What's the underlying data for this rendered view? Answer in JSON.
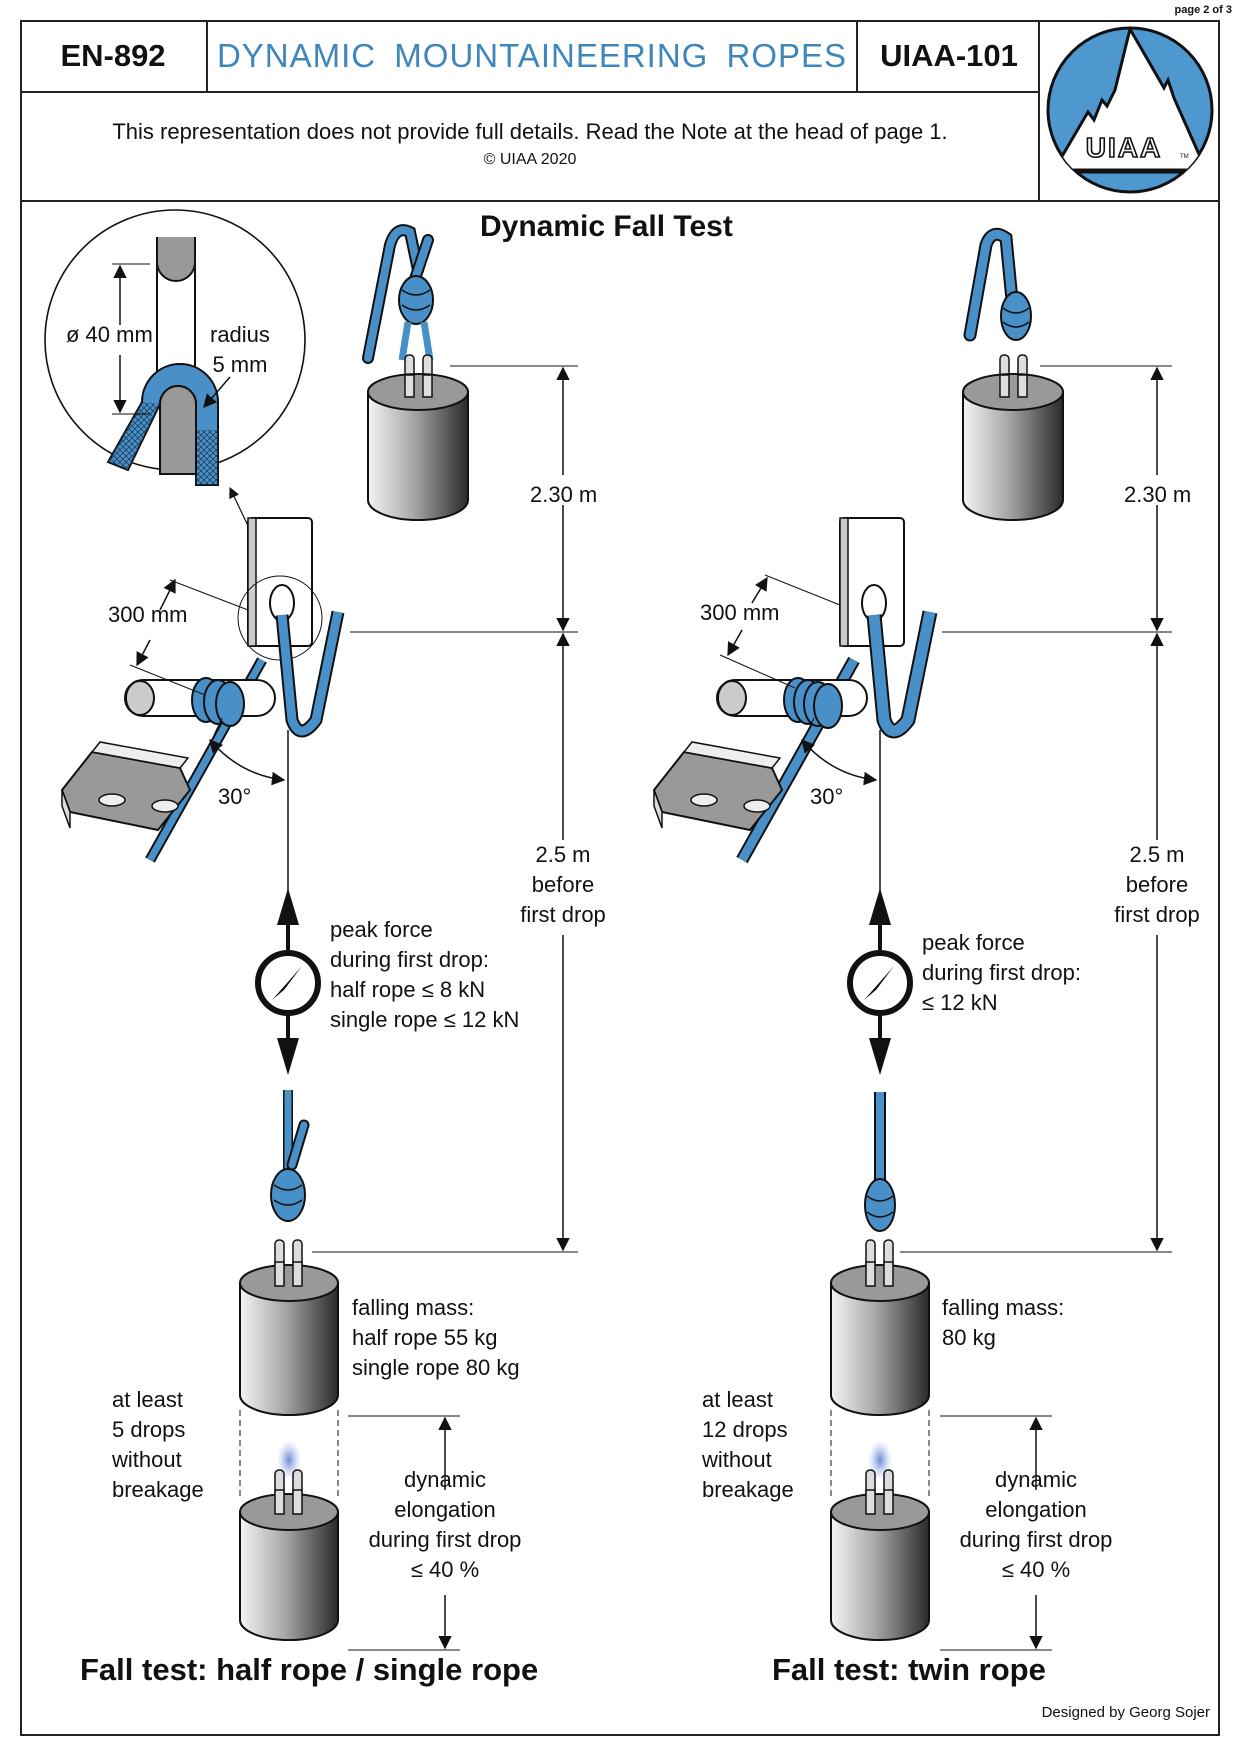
{
  "page_indicator": "page 2 of 3",
  "header": {
    "standard_code": "EN-892",
    "title": "DYNAMIC MOUNTAINEERING ROPES",
    "uiaa_code": "UIAA-101",
    "disclaimer": "This representation does not provide full details. Read the Note at the head of page 1.",
    "copyright": "© UIAA 2020",
    "logo_text": "UIAA",
    "logo_tm": "TM"
  },
  "colors": {
    "accent_blue": "#3f86bb",
    "rope_blue": "#4a90c8",
    "logo_blue": "#4f97cf",
    "line": "#222222",
    "metal_gray": "#9a9a9a"
  },
  "diagram_title": "Dynamic Fall Test",
  "detail_inset": {
    "diameter_label": "ø 40 mm",
    "radius_label_line1": "radius",
    "radius_label_line2": "5 mm"
  },
  "left_test": {
    "section_title": "Fall test: half rope / single rope",
    "drop_height_label": "2.30 m",
    "rope_length_label": [
      "2.5 m",
      "before",
      "first drop"
    ],
    "distance_label": "300 mm",
    "angle_label": "30°",
    "peak_force": [
      "peak force",
      "during first drop:",
      "half rope ≤ 8 kN",
      "single rope ≤ 12 kN"
    ],
    "falling_mass": [
      "falling mass:",
      "half rope 55 kg",
      "single rope 80 kg"
    ],
    "drops": [
      "at least",
      "5 drops",
      "without",
      "breakage"
    ],
    "elongation": [
      "dynamic",
      "elongation",
      "during first drop",
      "≤ 40 %"
    ]
  },
  "right_test": {
    "section_title": "Fall test: twin rope",
    "drop_height_label": "2.30 m",
    "rope_length_label": [
      "2.5 m",
      "before",
      "first drop"
    ],
    "distance_label": "300 mm",
    "angle_label": "30°",
    "peak_force": [
      "peak force",
      "during first drop:",
      "≤ 12 kN"
    ],
    "falling_mass": [
      "falling mass:",
      "80 kg"
    ],
    "drops": [
      "at least",
      "12 drops",
      "without",
      "breakage"
    ],
    "elongation": [
      "dynamic",
      "elongation",
      "during first drop",
      "≤ 40 %"
    ]
  },
  "credit": "Designed by Georg Sojer"
}
